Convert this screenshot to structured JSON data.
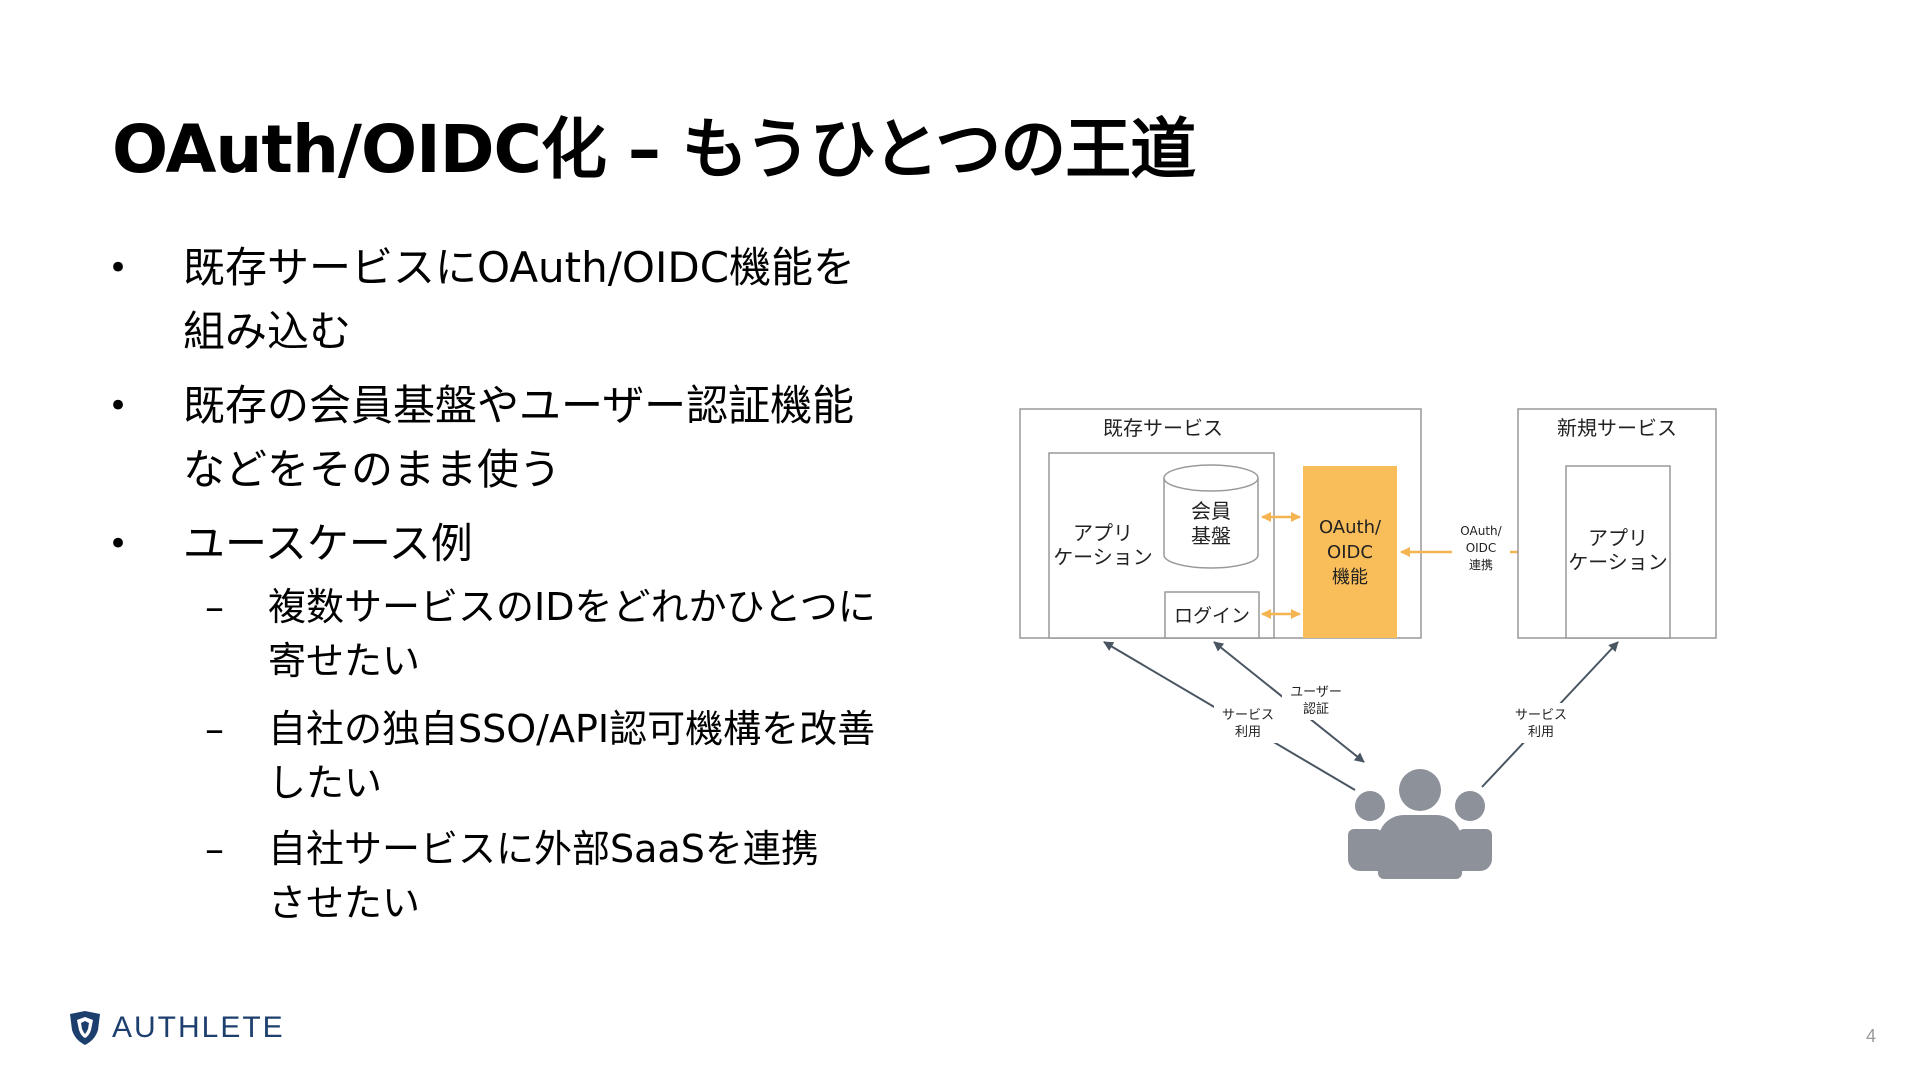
{
  "slide": {
    "title": "OAuth/OIDC化 – もうひとつの王道",
    "page_number": "4"
  },
  "bullets": [
    {
      "marker": "•",
      "lines": [
        "既存サービスにOAuth/OIDC機能を",
        "組み込む"
      ]
    },
    {
      "marker": "•",
      "lines": [
        "既存の会員基盤やユーザー認証機能",
        "などをそのまま使う"
      ]
    },
    {
      "marker": "•",
      "lines": [
        "ユースケース例"
      ]
    }
  ],
  "sub_bullets": [
    {
      "marker": "–",
      "lines": [
        "複数サービスのIDをどれかひとつに",
        "寄せたい"
      ]
    },
    {
      "marker": "–",
      "lines": [
        "自社の独自SSO/API認可機構を改善",
        "したい"
      ]
    },
    {
      "marker": "–",
      "lines": [
        "自社サービスに外部SaaSを連携",
        "させたい"
      ]
    }
  ],
  "diagram": {
    "existing_service_label": "既存サービス",
    "new_service_label": "新規サービス",
    "app_label_line1": "アプリ",
    "app_label_line2": "ケーション",
    "member_db_line1": "会員",
    "member_db_line2": "基盤",
    "login_label": "ログイン",
    "oauth_box_line1": "OAuth/",
    "oauth_box_line2": "OIDC",
    "oauth_box_line3": "機能",
    "federation_line1": "OAuth/",
    "federation_line2": "OIDC",
    "federation_line3": "連携",
    "user_auth_line1": "ユーザー",
    "user_auth_line2": "認証",
    "service_use_line1": "サービス",
    "service_use_line2": "利用",
    "colors": {
      "oauth_box": "#f9bd59",
      "arrow_orange": "#f5b452",
      "arrow_dark": "#4a5562",
      "users_icon": "#8c919a",
      "box_border": "#999999"
    }
  },
  "logo": {
    "text": "AUTHLETE",
    "icon": "authlete-crest-icon"
  }
}
